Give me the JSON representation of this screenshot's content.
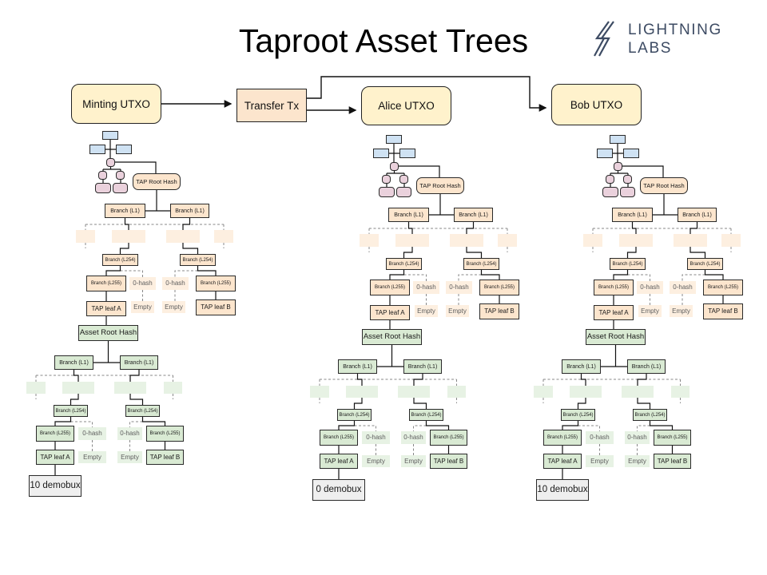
{
  "title": "Taproot Asset Trees",
  "logo": {
    "name1": "LIGHTNING",
    "name2": "LABS",
    "color": "#3d4b63"
  },
  "header": {
    "minting_label": "Minting UTXO",
    "transfer_label": "Transfer Tx",
    "alice_label": "Alice UTXO",
    "bob_label": "Bob UTXO"
  },
  "labels": {
    "tap_root": "TAP Root Hash",
    "branch_l1": "Branch (L1)",
    "branch_l254": "Branch (L254)",
    "branch_l255": "Branch (L255)",
    "zero_hash": "0-hash",
    "empty": "Empty",
    "tap_leaf_a": "TAP leaf A",
    "tap_leaf_b": "TAP leaf B",
    "asset_root": "Asset Root Hash"
  },
  "trees": [
    {
      "name": "minting",
      "amount": "10 demobux"
    },
    {
      "name": "alice",
      "amount": "0 demobux"
    },
    {
      "name": "bob",
      "amount": "10 demobux"
    }
  ],
  "colors": {
    "utxo_yellow": "#fff2cc",
    "tap_orange": "#fce5cd",
    "asset_green": "#d9ead3",
    "sketch_blue": "#cfe2f3",
    "sketch_pink": "#ead1dc",
    "amount_gray": "#efefef",
    "logo_navy": "#3d4b63"
  }
}
